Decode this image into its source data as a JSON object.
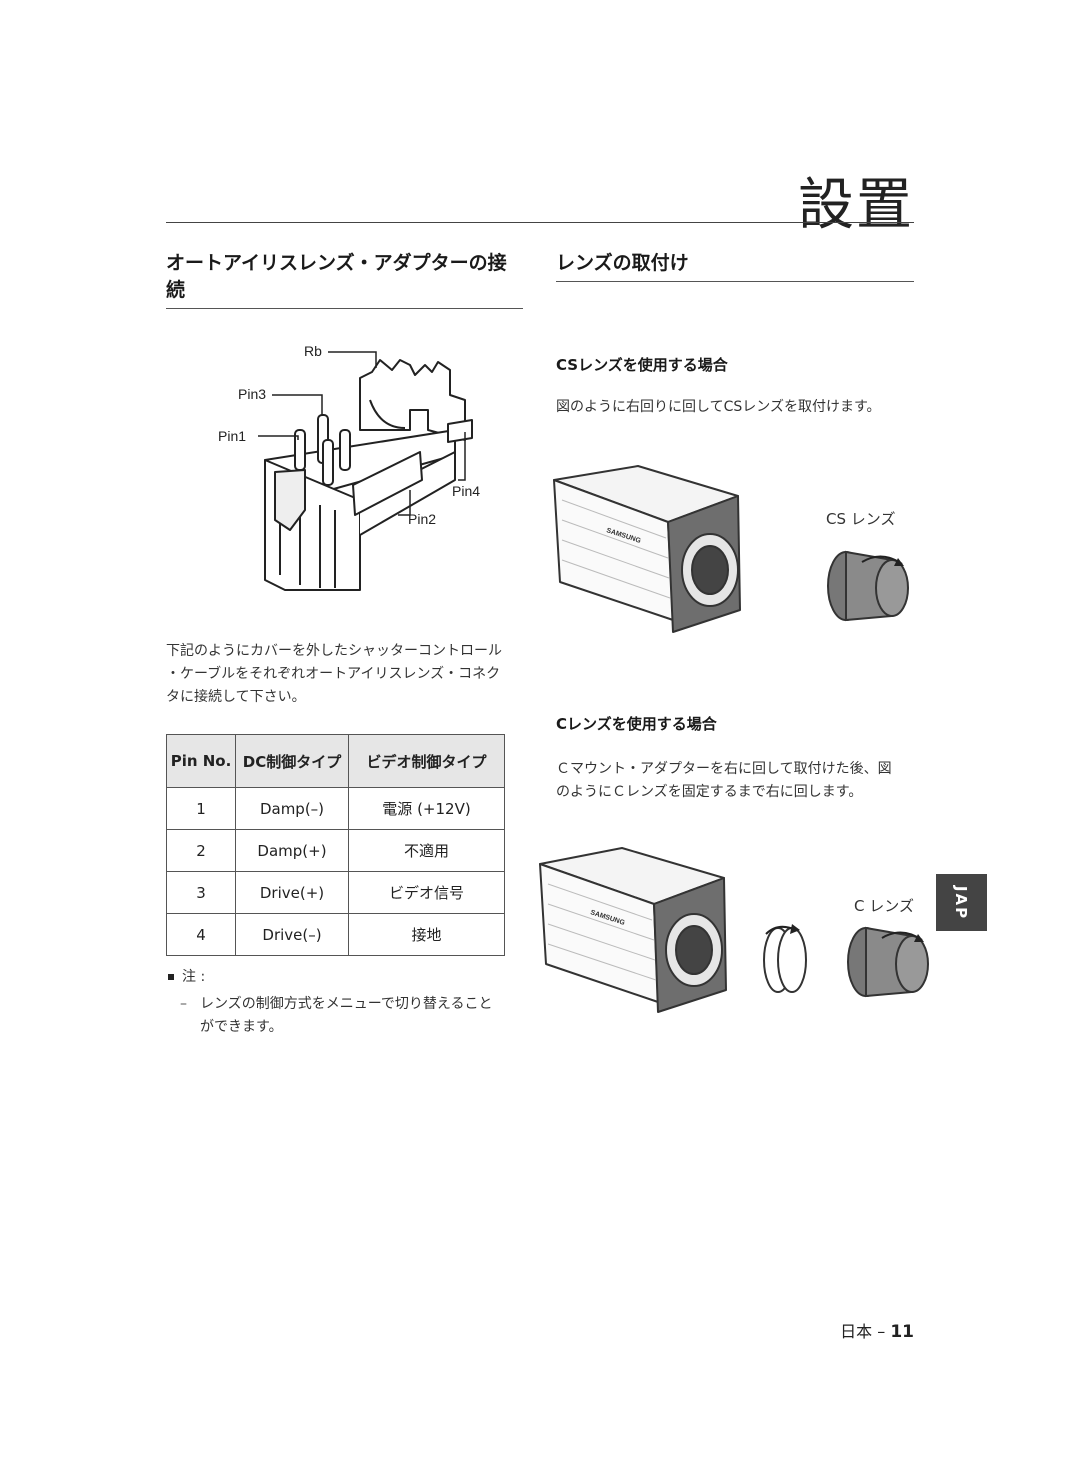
{
  "chapter": {
    "title": "設置"
  },
  "left_section": {
    "heading": "オートアイリスレンズ・アダプターの接続",
    "diagram_labels": {
      "rb": "Rb",
      "pin3": "Pin3",
      "pin1": "Pin1",
      "pin4": "Pin4",
      "pin2": "Pin2"
    },
    "description_lines": [
      "下記のようにカバーを外したシャッターコントロール",
      "・ケーブルをそれぞれオートアイリスレンズ・コネク",
      "タに接続して下さい。"
    ],
    "table": {
      "headers": [
        "Pin No.",
        "DC制御タイプ",
        "ビデオ制御タイプ"
      ],
      "rows": [
        [
          "1",
          "Damp(–)",
          "電源 (+12V)"
        ],
        [
          "2",
          "Damp(+)",
          "不適用"
        ],
        [
          "3",
          "Drive(+)",
          "ビデオ信号"
        ],
        [
          "4",
          "Drive(–)",
          "接地"
        ]
      ]
    },
    "note": {
      "label": "注 :",
      "dash": "–",
      "lines": [
        "レンズの制御方式をメニューで切り替えること",
        "ができます。"
      ]
    }
  },
  "right_section": {
    "heading": "レンズの取付け",
    "cs": {
      "subheading": "CSレンズを使用する場合",
      "text": "図のように右回りに回してCSレンズを取付けます。",
      "lens_label": "CS レンズ",
      "brand": "SAMSUNG"
    },
    "c": {
      "subheading": "Cレンズを使用する場合",
      "text_lines": [
        "Ｃマウント・アダプターを右に回して取付けた後、図",
        "のようにＣレンズを固定するまで右に回します。"
      ],
      "lens_label": "C レンズ",
      "brand": "SAMSUNG"
    }
  },
  "side_tab": {
    "label": "JAP"
  },
  "footer": {
    "lang": "日本 – ",
    "page": "11"
  }
}
